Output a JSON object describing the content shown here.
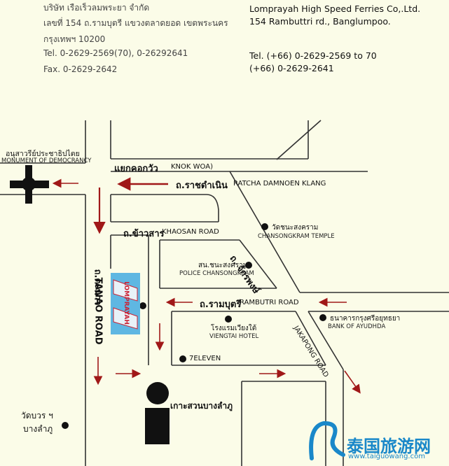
{
  "header": {
    "th_name": "บริษัท เรือเร็วลมพระยา จำกัด",
    "th_addr1": "เลขที่ 154 ถ.รามบุตรี แขวงตลาดยอด เขตพระนคร",
    "th_addr2": "กรุงเทพฯ 10200",
    "th_tel": "Tel. 0-2629-2569(70), 0-26292641",
    "th_fax": "Fax. 0-2629-2642",
    "en_name": "Lomprayah High Speed Ferries Co,.Ltd.",
    "en_addr": "154 Rambuttri rd., Banglumpoo.",
    "en_tel1": "Tel. (+66) 0-2629-2569 to 70",
    "en_tel2": "(+66) 0-2629-2641"
  },
  "labels": {
    "democracy_th": "อนุสาวรีย์ประชาธิปไตย",
    "democracy_en": "MONUMENT OF DEMOCRANCY",
    "knok_th": "แยกคอกวัว",
    "knok_en": "KNOK WOA)",
    "ratcha_th": "ถ.ราชดำเนิน",
    "ratcha_en": "RATCHA DAMNOEN KLANG",
    "khaosan_th": "ถ.ข้าวสาร",
    "khaosan_en": "KHAOSAN ROAD",
    "tanao_th": "ถ.ตะนาว",
    "tanao_en": "TANAO ROAD",
    "temple_th": "วัดชนะสงคราม",
    "temple_en": "CHANSONGKRAM TEMPLE",
    "chakra_th": "ถ. จักรพงษ์",
    "police_th": "สน.ชนะสงคราม",
    "police_en": "POLICE CHANSONGKRAM",
    "rambutri_th": "ถ.รามบุตรี",
    "rambutri_en": "RAMBUTRI ROAD",
    "bank_th": "ธนาคารกรุงศรีอยุทธยา",
    "bank_en": "BANK OF AYUDHDA",
    "hotel_th": "โรงแรมเวียงใต้",
    "hotel_en": "VIENGTAI HOTEL",
    "eleven": "7ELEVEN",
    "jakapong": "JAKAPONG ROAD",
    "kosuan": "เกาะสวนบางลำภู",
    "bowon_1": "วัดบวร ฯ",
    "bowon_2": "บางลำภู",
    "ferry_sign": "LOMPRAYAH",
    "wm_cn": "泰国旅游网",
    "wm_url": "www.taiguowang.com"
  },
  "colors": {
    "road": "#333333",
    "arrow": "#a01818",
    "bg": "#fbfce8",
    "watermark": "#1a88c9"
  }
}
